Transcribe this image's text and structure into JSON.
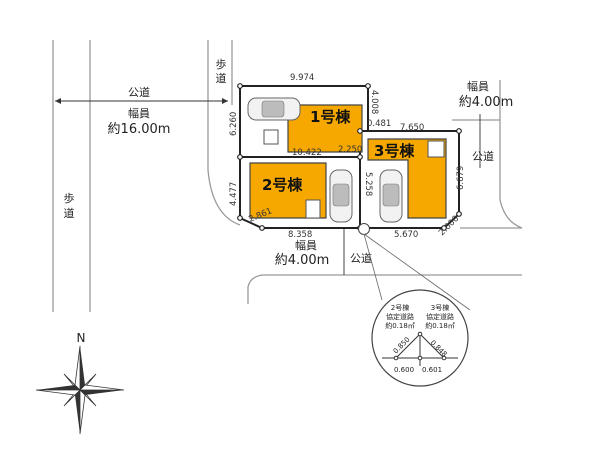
{
  "roads": {
    "public_road_label": "公道",
    "sidewalk_label": "歩道",
    "main_road_width_label": "幅員",
    "main_road_width_value": "約16.00m",
    "east_road_width_label": "幅員",
    "east_road_width_value": "約4.00m",
    "south_road_width_label": "幅員",
    "south_road_width_value": "約4.00m"
  },
  "buildings": {
    "b1": "1号棟",
    "b2": "2号棟",
    "b3": "3号棟"
  },
  "dimensions": {
    "d_9974": "9.974",
    "d_6260": "6.260",
    "d_4008": "4.008",
    "d_0481": "0.481",
    "d_7650": "7.650",
    "d_10422": "10.422",
    "d_2250": "2.250",
    "d_4477": "4.477",
    "d_2861": "2.861",
    "d_5258": "5.258",
    "d_6679": "6.679",
    "d_8358": "8.358",
    "d_5670": "5.670",
    "d_2000": "2.000"
  },
  "inset": {
    "left_title_1": "2号棟",
    "left_title_2": "協定道路",
    "left_title_3": "約0.18㎡",
    "right_title_1": "3号棟",
    "right_title_2": "協定道路",
    "right_title_3": "約0.18㎡",
    "d_0850": "0.850",
    "d_0848": "0.848",
    "d_0600": "0.600",
    "d_0601": "0.601"
  },
  "compass": {
    "north_label": "N"
  }
}
